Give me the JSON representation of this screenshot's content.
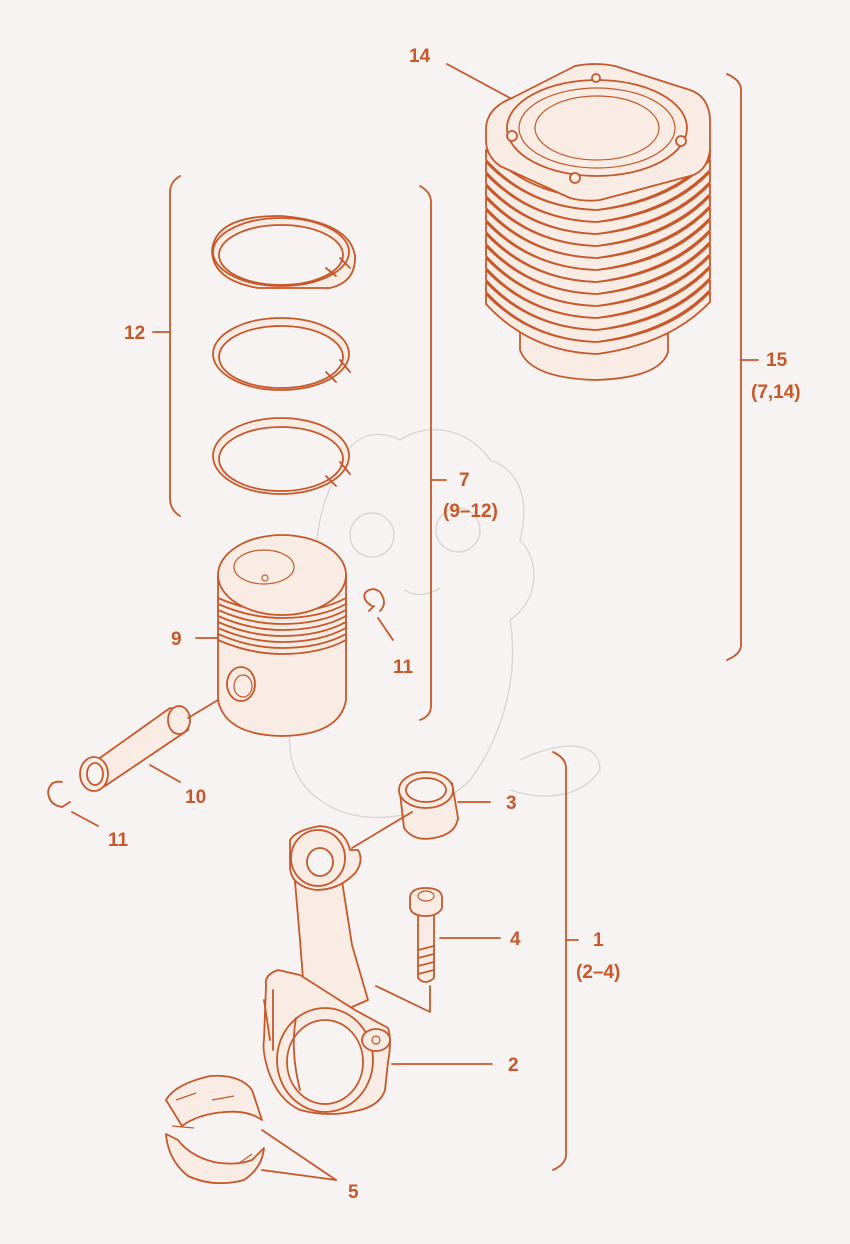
{
  "colors": {
    "line": "#c8582a",
    "background": "#f6f3f2",
    "part_fill": "#f9ece4"
  },
  "parts": [
    {
      "id": "connecting_rod_assembly",
      "number": "1",
      "sub": "(2–4)"
    },
    {
      "id": "connecting_rod",
      "number": "2"
    },
    {
      "id": "small_end_bushing",
      "number": "3"
    },
    {
      "id": "rod_bolt",
      "number": "4"
    },
    {
      "id": "big_end_bearing_shells",
      "number": "5"
    },
    {
      "id": "piston_assembly",
      "number": "7",
      "sub": "(9–12)"
    },
    {
      "id": "piston",
      "number": "9"
    },
    {
      "id": "piston_pin",
      "number": "10"
    },
    {
      "id": "circlip_right",
      "number": "11"
    },
    {
      "id": "circlip_left",
      "number": "11"
    },
    {
      "id": "piston_rings",
      "number": "12"
    },
    {
      "id": "cylinder",
      "number": "14"
    },
    {
      "id": "cylinder_kit",
      "number": "15",
      "sub": "(7,14)"
    }
  ]
}
